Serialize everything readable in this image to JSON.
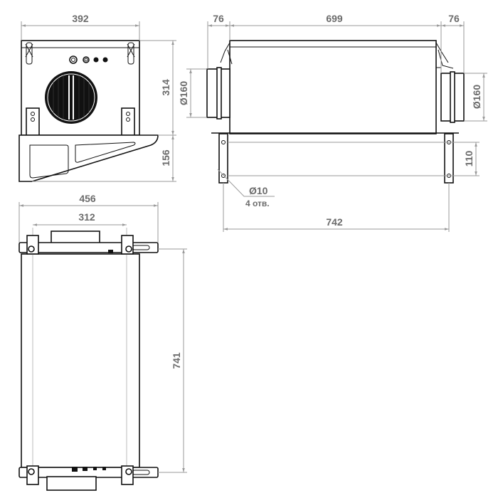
{
  "front_view": {
    "width_label": "392",
    "height_body_label": "314",
    "height_bracket_label": "156"
  },
  "side_view": {
    "left_spigot_label": "76",
    "body_length_label": "699",
    "right_spigot_label": "76",
    "left_diameter_label": "Ø160",
    "right_diameter_label": "Ø160",
    "hole_spacing_label": "110",
    "hole_diameter_label": "Ø10",
    "hole_count_label": "4 отв.",
    "mount_span_label": "742"
  },
  "top_view": {
    "overall_width_label": "456",
    "mount_width_label": "312",
    "length_label": "741"
  },
  "colors": {
    "line": "#111111",
    "dimension": "#9a9a9a",
    "dimension_text": "#6b6b6b"
  }
}
